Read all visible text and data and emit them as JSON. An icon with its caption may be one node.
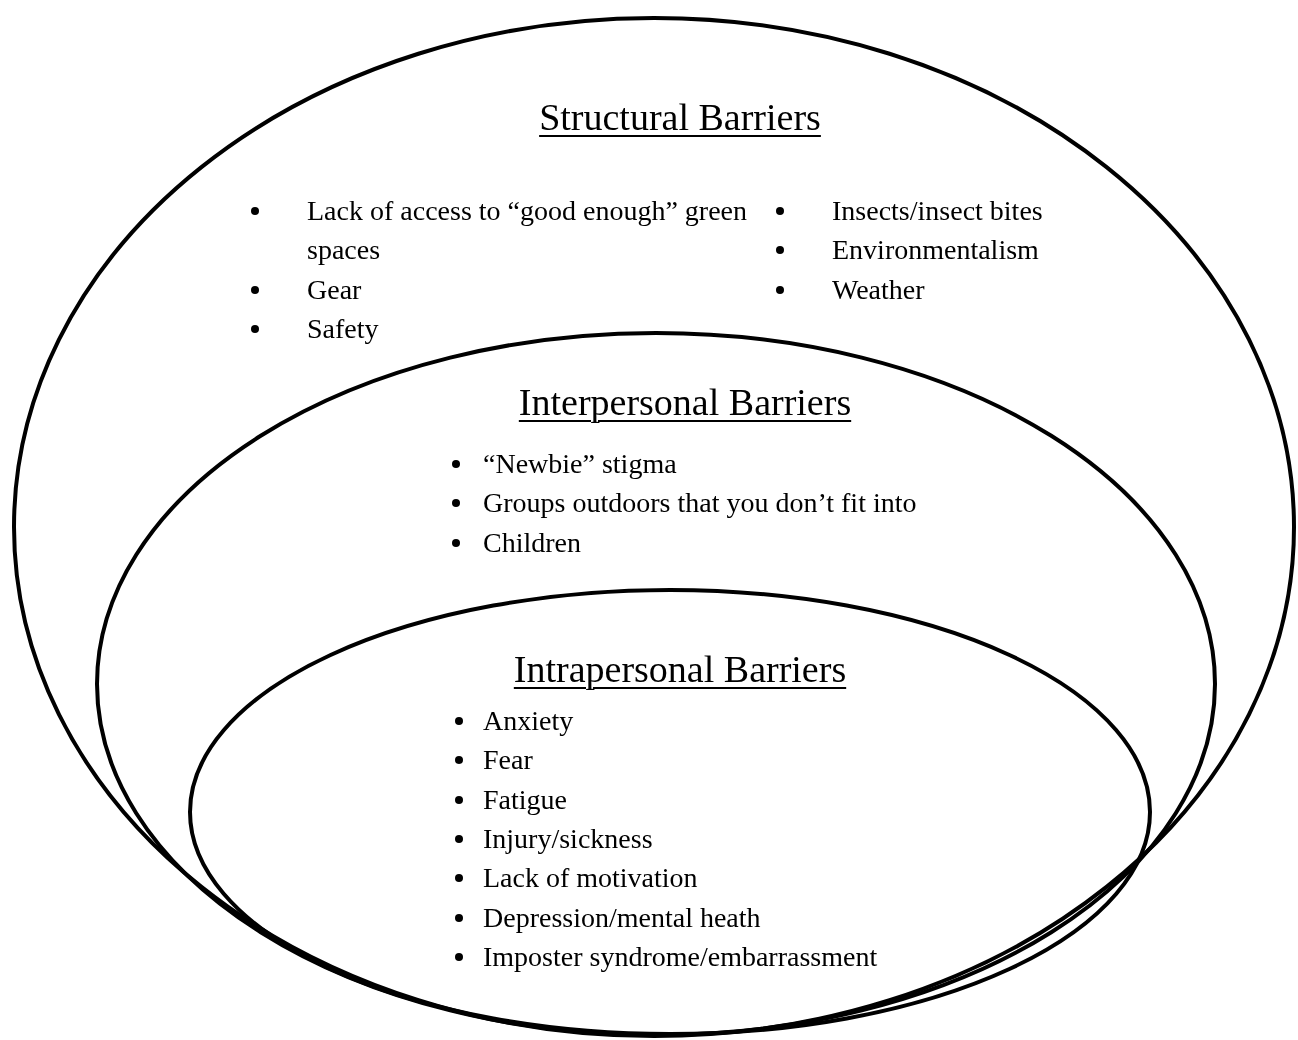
{
  "diagram": {
    "nodes": [
      {
        "text": [
          "Structural Barriers",
          "Lack of access to “good enough” green spaces",
          "Gear",
          "Safety",
          "Insects/insect bites",
          "Environmentalism",
          "Weather"
        ]
      },
      {
        "text": [
          "Interpersonal Barriers",
          "“Newbie” stigma",
          "Groups outdoors that you don’t fit into",
          "Children"
        ],
        "in": 0
      },
      {
        "text": [
          "Intrapersonal Barriers",
          "Anxiety",
          "Fear",
          "Fatigue",
          "Injury/sickness",
          "Lack of motivation",
          "Depression/mental heath",
          "Imposter syndrome/embarrassment"
        ],
        "in": 1
      }
    ]
  }
}
